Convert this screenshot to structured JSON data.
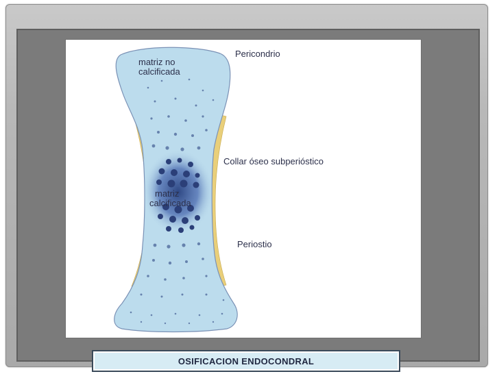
{
  "diagram": {
    "labels": {
      "matriz_no_calcificada_line1": "matriz no",
      "matriz_no_calcificada_line2": "calcificada",
      "matriz_calcificada_line1": "matriz",
      "matriz_calcificada_line2": "calcificada",
      "pericondrio": "Pericondrio",
      "collar": "Collar óseo subperióstico",
      "periostio": "Periostio"
    },
    "colors": {
      "cartilage": "#bcdced",
      "calcified": "#2e4a8a",
      "collar": "#e9cf7a",
      "outline": "#6a7fa0"
    }
  },
  "footer": {
    "title": "OSIFICACION ENDOCONDRAL"
  }
}
